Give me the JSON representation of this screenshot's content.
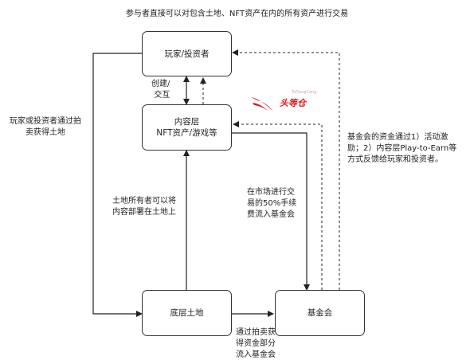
{
  "title": "参与者直接可以对包含土地、NFT资产在内的所有资产进行交易",
  "nodes": {
    "players": "玩家/投资者",
    "content_line1": "内容层",
    "content_line2": "NFT资产/游戏等",
    "land": "底层土地",
    "fund": "基金会"
  },
  "edges": {
    "create_line1": "创建/",
    "create_line2": "交互",
    "land_owner_line1": "土地所有者可以将",
    "land_owner_line2": "内容部署在土地上",
    "auction_left_line1": "玩家或投资者通过拍",
    "auction_left_line2": "卖获得土地",
    "market_fee_line1": "在市场进行交",
    "market_fee_line2": "易的50%手续",
    "market_fee_line3": "费流入基金会",
    "auction_fund_line1": "通过拍卖获",
    "auction_fund_line2": "得资金部分",
    "auction_fund_line3": "流入基金会",
    "fund_incentive_line1": "基金会的资金通过1）活动激",
    "fund_incentive_line2": "励；2）内容层Play-to-Earn等",
    "fund_incentive_line3": "方式反馈给玩家和投资者。"
  },
  "watermark": {
    "text": "头等仓",
    "sub": "ToDengCang"
  },
  "colors": {
    "line": "#222222",
    "logo": "#d7191c"
  }
}
